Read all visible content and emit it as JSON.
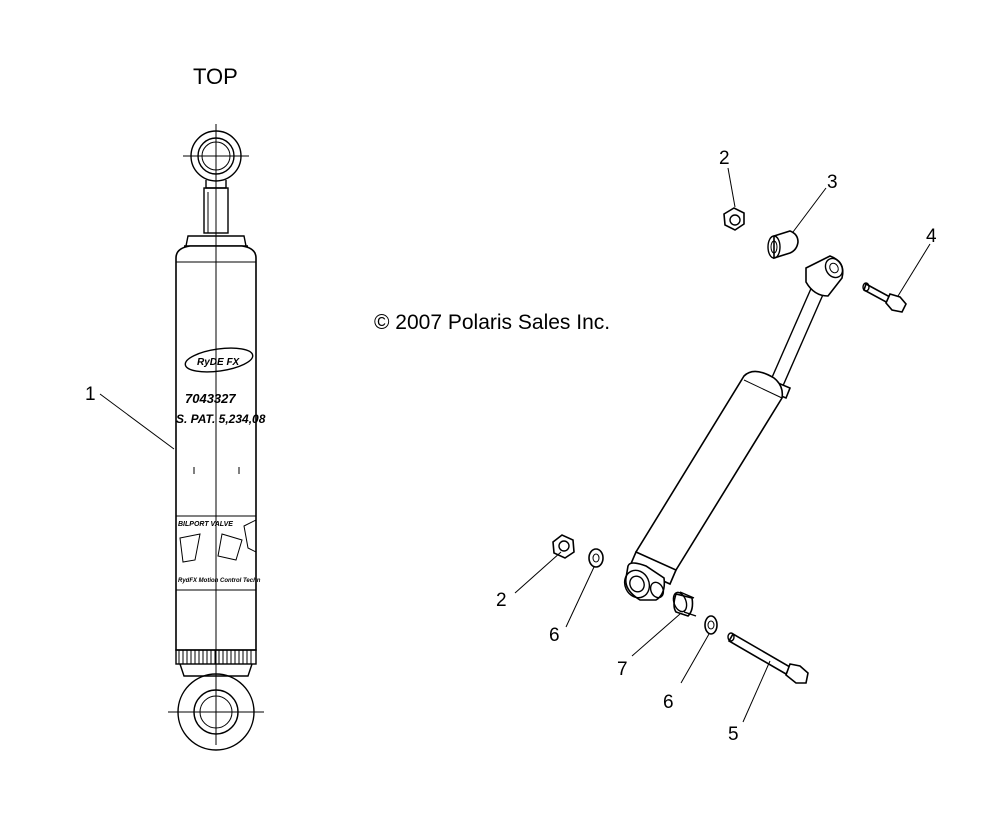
{
  "view_label": "TOP",
  "copyright": "© 2007 Polaris Sales Inc.",
  "shock_decal": {
    "part_number": "7043327",
    "patent": "S. PAT.  5,234,08",
    "valve_text": "BILPORT VALVE",
    "footer_text": "RydFX Motion Control Techn"
  },
  "callouts": [
    {
      "id": "c1",
      "text": "1"
    },
    {
      "id": "c2a",
      "text": "2"
    },
    {
      "id": "c3",
      "text": "3"
    },
    {
      "id": "c4",
      "text": "4"
    },
    {
      "id": "c2b",
      "text": "2"
    },
    {
      "id": "c6a",
      "text": "6"
    },
    {
      "id": "c7",
      "text": "7"
    },
    {
      "id": "c6b",
      "text": "6"
    },
    {
      "id": "c5",
      "text": "5"
    }
  ]
}
